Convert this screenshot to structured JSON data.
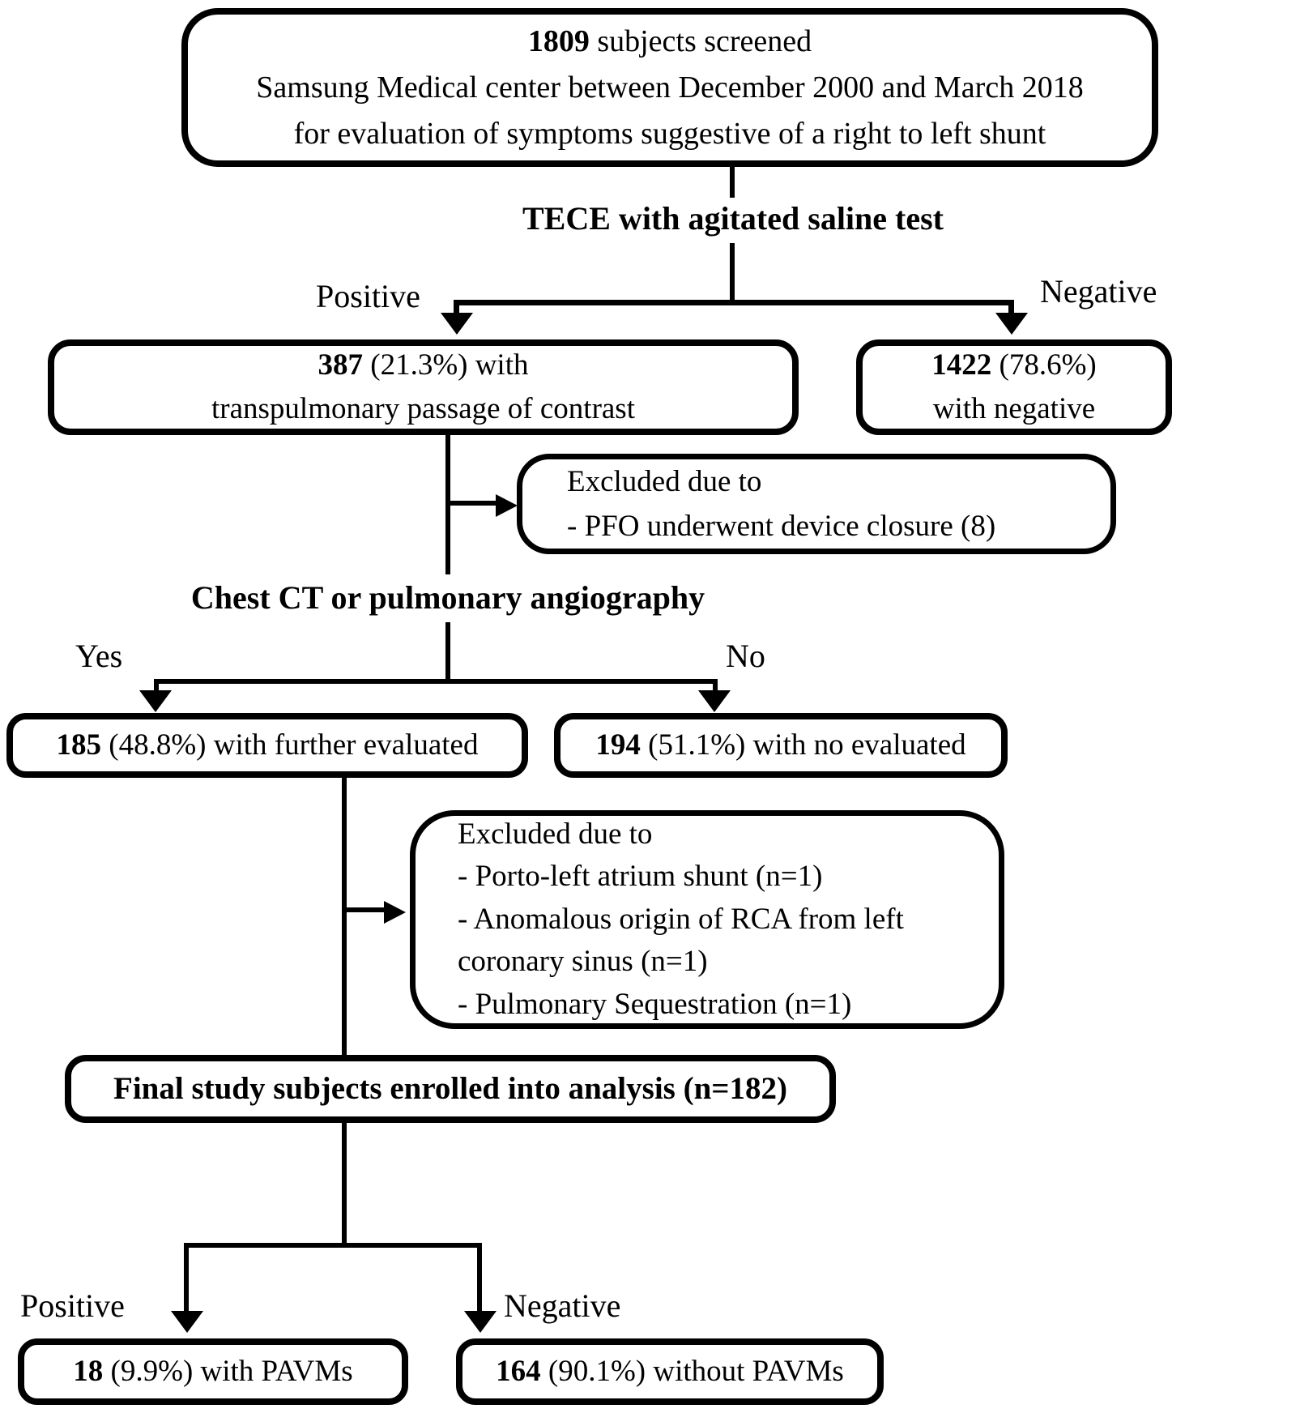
{
  "colors": {
    "ink": "#000000",
    "paper": "#ffffff"
  },
  "nodes": {
    "screened": {
      "n": "1809",
      "line1_rest": " subjects screened",
      "line2": "Samsung Medical center between December 2000 and March 2018",
      "line3": "for evaluation of symptoms suggestive of a right to left shunt"
    },
    "tece": {
      "label": "TECE with agitated saline test",
      "branch_left": "Positive",
      "branch_right": "Negative"
    },
    "tece_positive": {
      "n": "387",
      "rest": " (21.3%) with",
      "line2": "transpulmonary passage of contrast"
    },
    "tece_negative": {
      "n": "1422",
      "rest": " (78.6%)",
      "line2": "with negative"
    },
    "excluded_pfo": {
      "line1": "Excluded due to",
      "line2": "- PFO underwent device closure (8)"
    },
    "chest_ct": {
      "label": "Chest CT or pulmonary angiography",
      "branch_left": "Yes",
      "branch_right": "No"
    },
    "ct_yes": {
      "n": "185",
      "rest": " (48.8%) with further evaluated"
    },
    "ct_no": {
      "n": "194",
      "rest": " (51.1%) with no evaluated"
    },
    "excluded_other": {
      "line1": "Excluded due to",
      "line2": "- Porto-left atrium shunt (n=1)",
      "line3": "- Anomalous origin of RCA from left",
      "line4": "coronary sinus (n=1)",
      "line5": "- Pulmonary Sequestration (n=1)"
    },
    "final": {
      "label": "Final study subjects enrolled into analysis (n=182)",
      "branch_left": "Positive",
      "branch_right": "Negative"
    },
    "pavm_positive": {
      "n": "18",
      "rest": " (9.9%) with PAVMs"
    },
    "pavm_negative": {
      "n": "164",
      "rest": " (90.1%) without PAVMs"
    }
  }
}
